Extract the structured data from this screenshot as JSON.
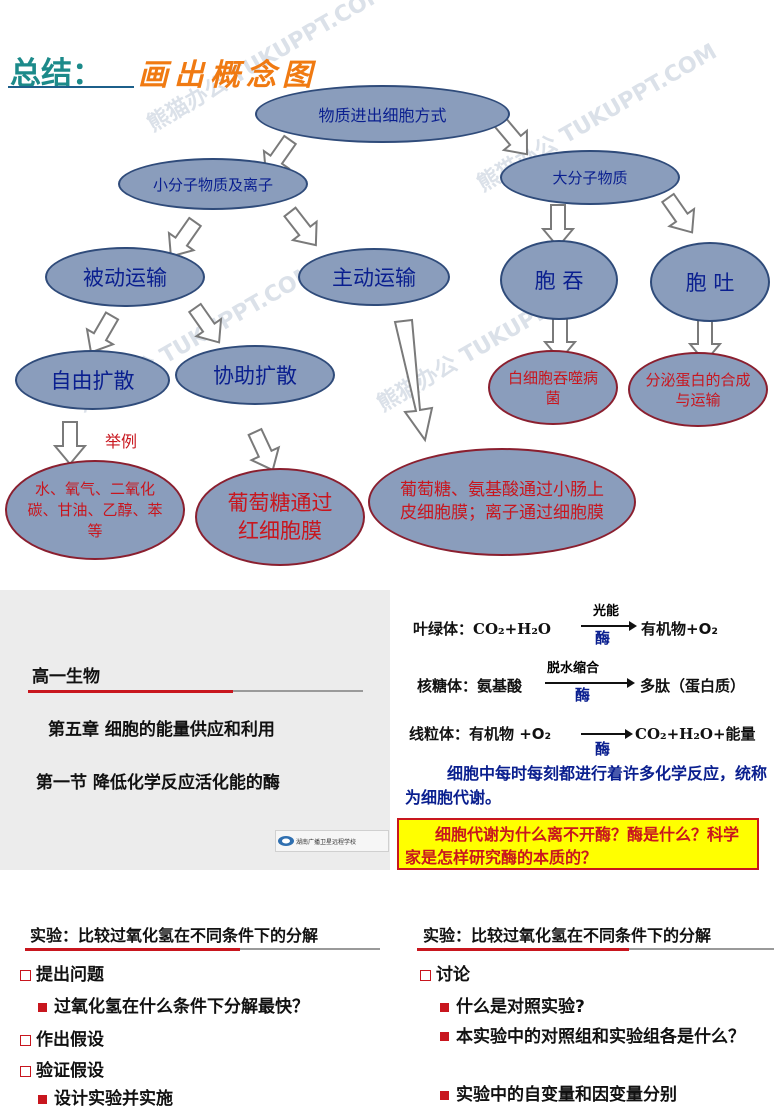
{
  "slide1": {
    "title_prefix": "总结：",
    "title_main": "画出概念图",
    "example_label": "举例",
    "nodes": {
      "root": "物质进出细胞方式",
      "small": "小分子物质及离子",
      "large": "大分子物质",
      "passive": "被动运输",
      "active": "主动运输",
      "endocytosis": "胞 吞",
      "exocytosis": "胞 吐",
      "free_diffusion": "自由扩散",
      "facilitated": "协助扩散",
      "endo_example": "白细胞吞噬病菌",
      "exo_example": "分泌蛋白的合成与运输",
      "free_example": "水、氧气、二氧化碳、甘油、乙醇、苯等",
      "facilitated_example": "葡萄糖通过红细胞膜",
      "active_example": "葡萄糖、氨基酸通过小肠上皮细胞膜；离子通过细胞膜"
    },
    "watermark": "熊猫办公 TUKUPPT.COM"
  },
  "slide2": {
    "subject": "高一生物",
    "chapter": "第五章  细胞的能量供应和利用",
    "section": "第一节  降低化学反应活化能的酶",
    "school": "湖南广播卫星远程学校"
  },
  "slide3": {
    "eq1_label": "叶绿体：",
    "eq1_left": "CO₂+H₂O",
    "eq1_top": "光能",
    "eq1_bottom": "酶",
    "eq1_right": "有机物+O₂",
    "eq2_label": "核糖体：",
    "eq2_left": "氨基酸",
    "eq2_top": "脱水缩合",
    "eq2_bottom": "酶",
    "eq2_right": "多肽（蛋白质）",
    "eq3_label": "线粒体：",
    "eq3_left": "有机物 +O₂",
    "eq3_bottom": "酶",
    "eq3_right": "CO₂+H₂O+能量",
    "metabolism": "细胞中每时每刻都进行着许多化学反应，统称为细胞代谢。",
    "question": "细胞代谢为什么离不开酶？酶是什么？科学家是怎样研究酶的本质的？"
  },
  "slide4": {
    "heading": "实验：比较过氧化氢在不同条件下的分解",
    "items": [
      {
        "type": "square",
        "text": "提出问题"
      },
      {
        "type": "filled",
        "text": "过氧化氢在什么条件下分解最快？"
      },
      {
        "type": "square",
        "text": "作出假设"
      },
      {
        "type": "square",
        "text": "验证假设"
      },
      {
        "type": "filled",
        "text": "设计实验并实施"
      }
    ]
  },
  "slide5": {
    "heading": "实验：比较过氧化氢在不同条件下的分解",
    "items": [
      {
        "type": "square",
        "text": "讨论"
      },
      {
        "type": "filled",
        "text": "什么是对照实验?"
      },
      {
        "type": "filled",
        "text": "本实验中的对照组和实验组各是什么？"
      },
      {
        "type": "filled",
        "text": "实验中的自变量和因变量分别"
      }
    ]
  },
  "colors": {
    "ellipse_fill": "#8a9dbc",
    "blue_text": "#0a1f8f",
    "red_text": "#c8161e",
    "title_teal": "#1c8a8a",
    "title_orange": "#f07a12",
    "highlight_yellow": "#ffff00"
  }
}
